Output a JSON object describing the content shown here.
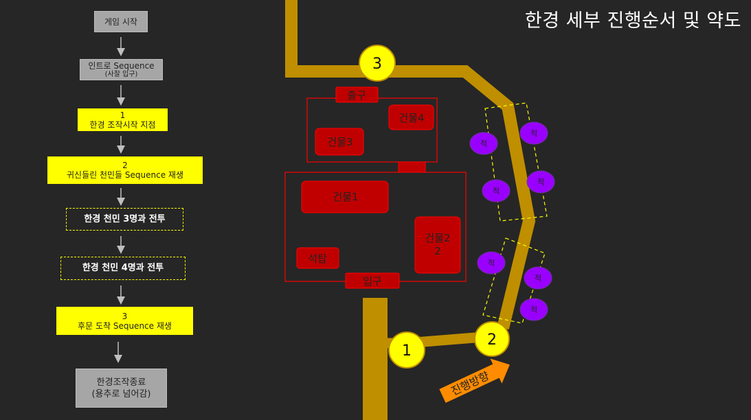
{
  "title": "한경 세부 진행순서 및 약도",
  "flow": {
    "start": "게임 시작",
    "intro": {
      "label": "인트로 Sequence",
      "sub": "(사찰 입구)"
    },
    "step1": {
      "num": "1",
      "label": "한경 조작시작 지점"
    },
    "step2": {
      "num": "2",
      "label": "귀신들린 천민들 Sequence 재생"
    },
    "battle1": "한경 천민 3명과 전투",
    "battle2": "한경 천민 4명과 전투",
    "step3": {
      "num": "3",
      "label": "후문 도착 Sequence 재생"
    },
    "end": {
      "label": "한경조작종료",
      "sub": "(용추로 넘어감)"
    }
  },
  "map": {
    "exit_label": "출구",
    "entrance_label": "입구",
    "buildings": [
      "건물1",
      "건물2",
      "건물3",
      "건물4",
      "석탑"
    ],
    "building2_line2": "2",
    "markers": [
      "1",
      "2",
      "3"
    ],
    "enemy_label": "적",
    "direction_label": "진행방향",
    "colors": {
      "path": "#bf8f00",
      "building": "#c00000",
      "outline": "#ff0000",
      "enemy": "#9900ff",
      "marker": "#ffff00"
    }
  }
}
